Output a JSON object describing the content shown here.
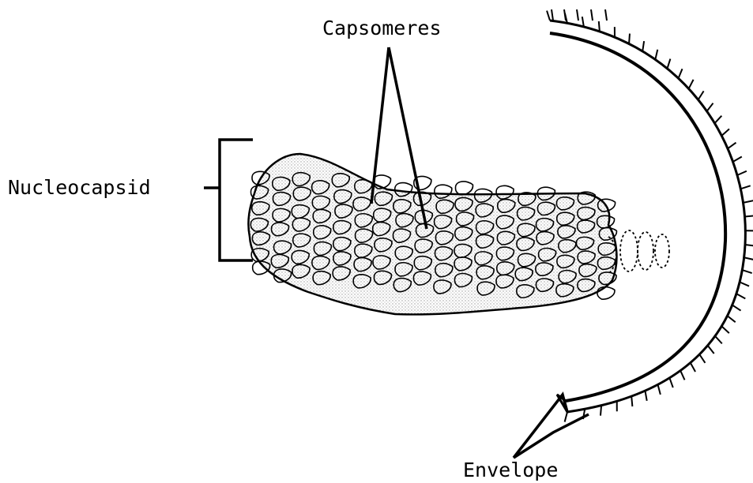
{
  "labels": {
    "capsomeres": "Capsomeres",
    "nucleocapsid": "Nucleocapsid",
    "envelope": "Envelope"
  },
  "colors": {
    "ink": "#000000",
    "background": "#ffffff",
    "stipple": "#c9c9c9"
  }
}
